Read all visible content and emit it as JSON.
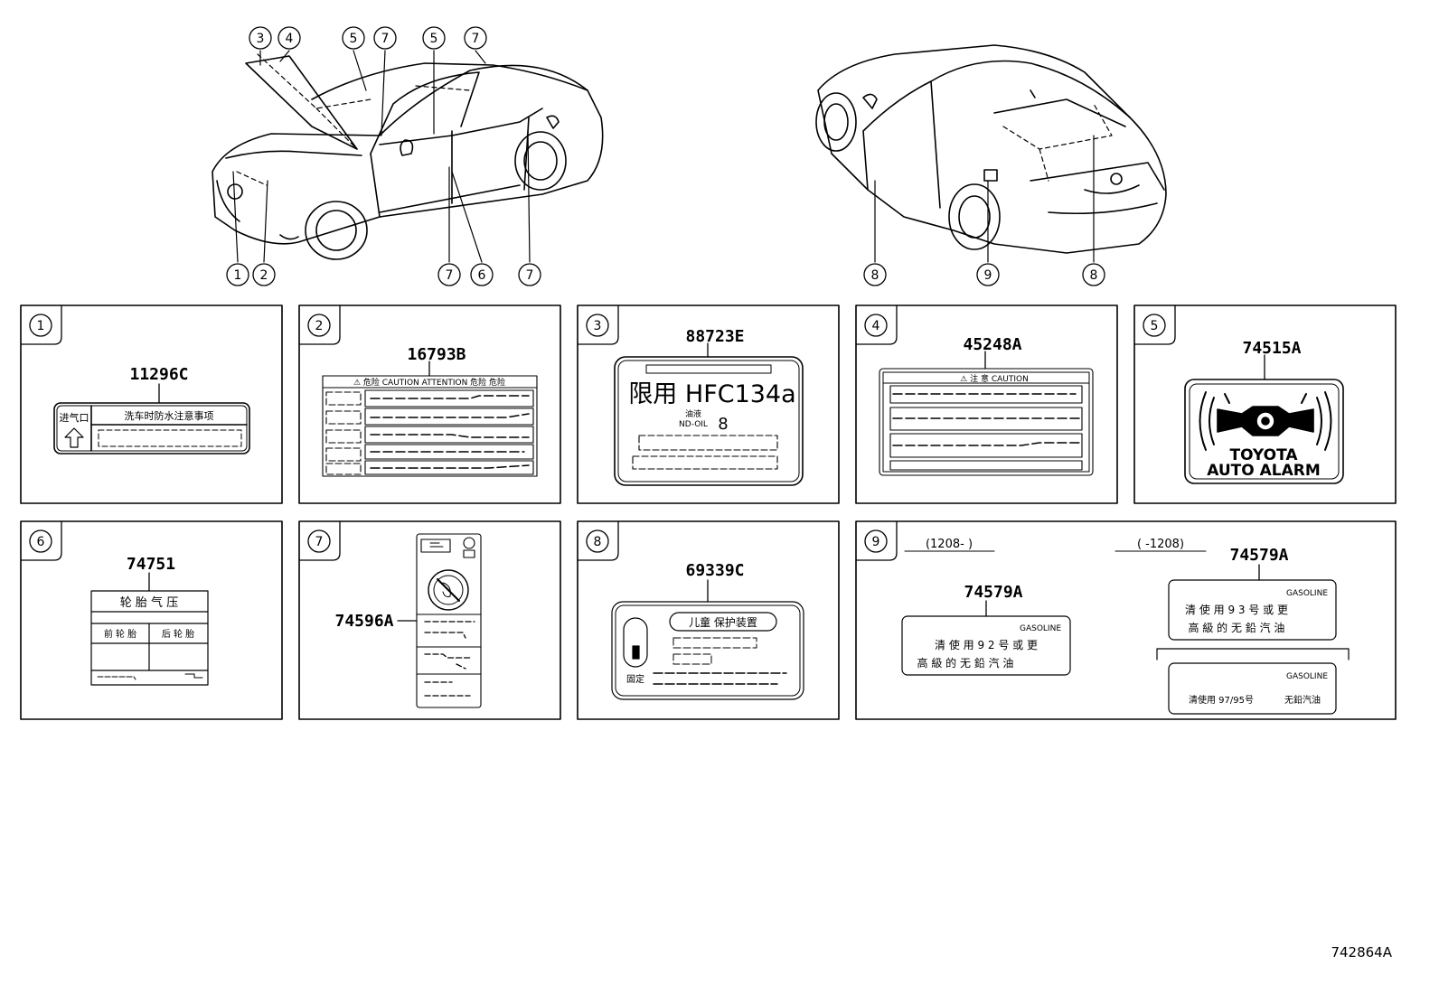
{
  "callouts_front": {
    "c3": "3",
    "c4": "4",
    "c5a": "5",
    "c7a": "7",
    "c5b": "5",
    "c7b": "7",
    "c1": "1",
    "c2": "2",
    "c7c": "7",
    "c6": "6",
    "c7d": "7"
  },
  "callouts_rear": {
    "c8a": "8",
    "c9": "9",
    "c8b": "8"
  },
  "panels": {
    "p1": {
      "num": "1",
      "part": "11296C",
      "left_label": "进气口",
      "title": "洗车时防水注意事项"
    },
    "p2": {
      "num": "2",
      "part": "16793B",
      "header": "⚠ 危险  CAUTION  ATTENTION 危险  危险"
    },
    "p3": {
      "num": "3",
      "part": "88723E",
      "big": "限用 HFC134a",
      "small1": "油液",
      "small2": "ND-OIL",
      "digit": "8"
    },
    "p4": {
      "num": "4",
      "part": "45248A",
      "header": "⚠ 注  意  CAUTION"
    },
    "p5": {
      "num": "5",
      "part": "74515A",
      "line1": "TOYOTA",
      "line2": "AUTO ALARM"
    },
    "p6": {
      "num": "6",
      "part": "74751",
      "title": "轮 胎 气 压",
      "col1": "前 轮 胎",
      "col2": "后 轮 胎"
    },
    "p7": {
      "num": "7",
      "part": "74596A"
    },
    "p8": {
      "num": "8",
      "part": "69339C",
      "title": "儿童  保护装置",
      "side": "固定"
    },
    "p9": {
      "num": "9",
      "range_left": "(1208-      )",
      "range_right": "(      -1208)",
      "left_part": "74579A",
      "left_gas": "GASOLINE",
      "left_l1": "清 使 用 9 2 号 或 更",
      "left_l2": "高 級 的 无 鉛 汽 油",
      "right_part": "74579A",
      "right_gas": "GASOLINE",
      "right_l1": "清 使 用 9 3 号 或 更",
      "right_l2": "高 級 的 无 鉛 汽 油",
      "right2_gas": "GASOLINE",
      "right2_l1": "清使用 97/95号",
      "right2_l2": "无鉛汽油"
    }
  },
  "figure_id": "742864A"
}
